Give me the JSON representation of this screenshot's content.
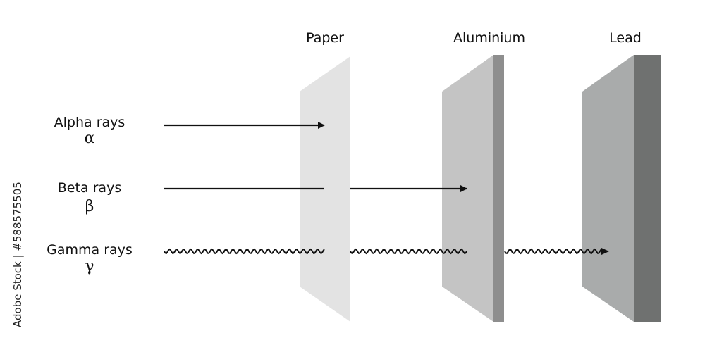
{
  "materials": [
    {
      "id": "paper",
      "label": "Paper",
      "front_color": "#e3e3e3",
      "side_color": "#e3e3e3"
    },
    {
      "id": "aluminium",
      "label": "Aluminium",
      "front_color": "#c4c4c4",
      "side_color": "#8e8e8e"
    },
    {
      "id": "lead",
      "label": "Lead",
      "front_color": "#a9abab",
      "side_color": "#6f7170"
    }
  ],
  "rays": [
    {
      "id": "alpha",
      "label": "Alpha rays",
      "symbol": "α",
      "style": "straight",
      "stops_at": "paper"
    },
    {
      "id": "beta",
      "label": "Beta rays",
      "symbol": "β",
      "style": "straight",
      "stops_at": "aluminium"
    },
    {
      "id": "gamma",
      "label": "Gamma rays",
      "symbol": "γ",
      "style": "wavy",
      "stops_at": "lead"
    }
  ],
  "side_text": "Adobe Stock | #588575505",
  "colors": {
    "arrow": "#111111",
    "text": "#111111"
  }
}
